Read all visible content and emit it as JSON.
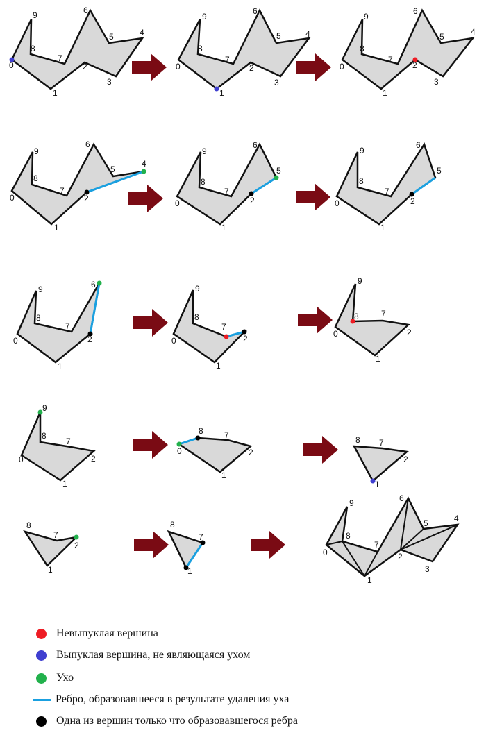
{
  "colors": {
    "nonconvex": "#ee1c24",
    "convex_non_ear": "#3f3fd0",
    "ear": "#22b14c",
    "new_edge": "#1aa0e0",
    "new_edge_vertex": "#000000",
    "arrow": "#7a0b14",
    "polygon_fill": "#d9d9d9"
  },
  "vertex_labels": [
    "0",
    "1",
    "2",
    "3",
    "4",
    "5",
    "6",
    "7",
    "8",
    "9"
  ],
  "legend": [
    {
      "marker": "red-dot",
      "text": "Невыпуклая вершина"
    },
    {
      "marker": "blue-dot",
      "text": "Выпуклая вершина, не являющаяся ухом"
    },
    {
      "marker": "green-dot",
      "text": "Ухо"
    },
    {
      "marker": "blue-line",
      "text": "Ребро, образовавшееся в результате удаления уха"
    },
    {
      "marker": "black-dot",
      "text": "Одна из вершин только что образовавшегося ребра"
    }
  ]
}
